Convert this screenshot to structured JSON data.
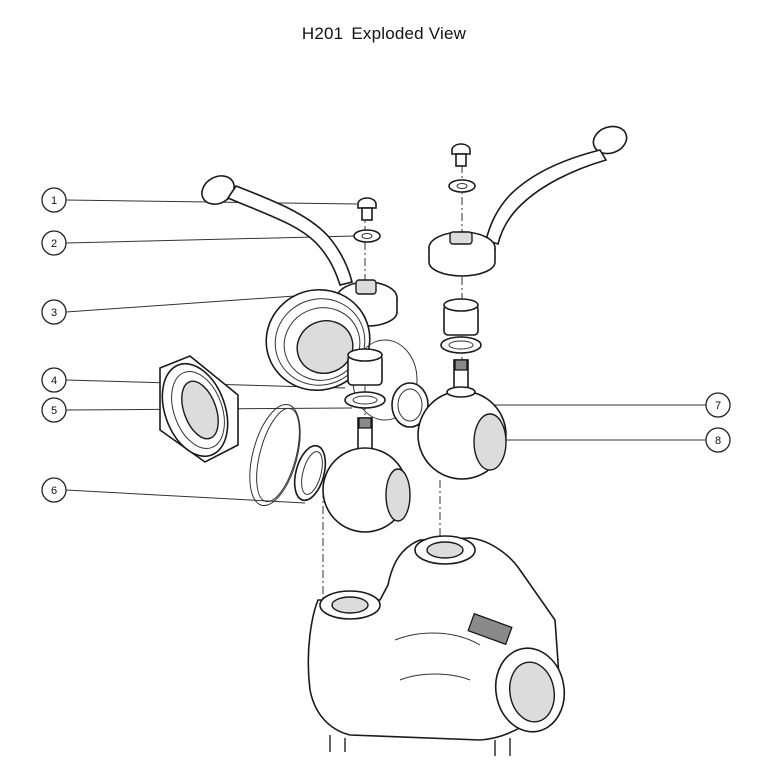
{
  "title": {
    "model": "H201",
    "label": "Exploded View"
  },
  "callouts": [
    {
      "number": "1"
    },
    {
      "number": "2"
    },
    {
      "number": "3"
    },
    {
      "number": "4"
    },
    {
      "number": "5"
    },
    {
      "number": "6"
    },
    {
      "number": "7"
    },
    {
      "number": "8"
    }
  ]
}
